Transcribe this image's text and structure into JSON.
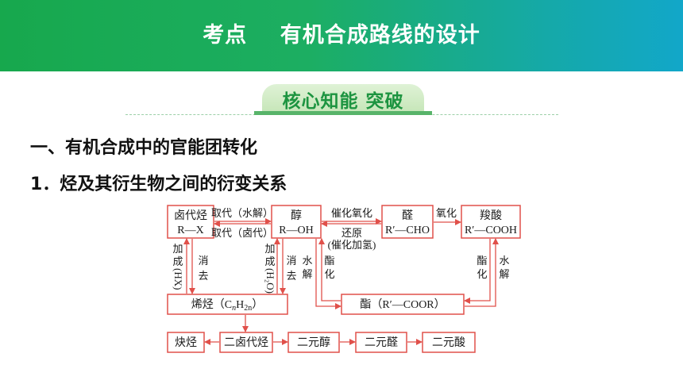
{
  "header": {
    "title": "考点    有机合成路线的设计"
  },
  "section": {
    "title": "核心知能 突破"
  },
  "headings": {
    "h1": "一、有机合成中的官能团转化",
    "h2": "1．烃及其衍生物之间的衍变关系"
  },
  "diagram": {
    "boxes": {
      "halide_line1": "卤代烃",
      "halide_line2": "R—X",
      "alcohol_line1": "醇",
      "alcohol_line2": "R—OH",
      "aldehyde_line1": "醛",
      "aldehyde_line2": "R′—CHO",
      "acid_line1": "羧酸",
      "acid_line2": "R′—COOH",
      "alkene_prefix": "烯烃（C",
      "alkene_n1": "n",
      "alkene_h": "H",
      "alkene_n2": "2n",
      "alkene_suffix": "）",
      "ester": "酯（R′—COOR）",
      "alkyne": "炔烃",
      "dihalide": "二卤代烃",
      "diol": "二元醇",
      "dialdehyde": "二元醛",
      "diacid": "二元酸"
    },
    "labels": {
      "sub_hydrolysis": "取代（水解）",
      "sub_halide": "取代（卤代）",
      "cat_oxidation": "催化氧化",
      "reduction": "还原",
      "cat_hydrogenation": "(催化加氢)",
      "oxidation": "氧化",
      "add_hx_1": "加",
      "add_hx_2": "成",
      "add_hx_3": "(HX)",
      "elim_1_a": "消",
      "elim_1_b": "去",
      "add_h2o_1": "加",
      "add_h2o_2": "成",
      "add_h2o_3": "(H₂O)",
      "elim_2_a": "消",
      "elim_2_b": "去",
      "hydrolysis_1_a": "水",
      "hydrolysis_1_b": "解",
      "ester_1_a": "酯",
      "ester_1_b": "化",
      "ester_2_a": "酯",
      "ester_2_b": "化",
      "hydrolysis_2_a": "水",
      "hydrolysis_2_b": "解"
    }
  },
  "colors": {
    "banner_start": "#17a84d",
    "banner_end": "#12a7c9",
    "accent": "#1d9440",
    "diagram_red": "#e0504a"
  }
}
